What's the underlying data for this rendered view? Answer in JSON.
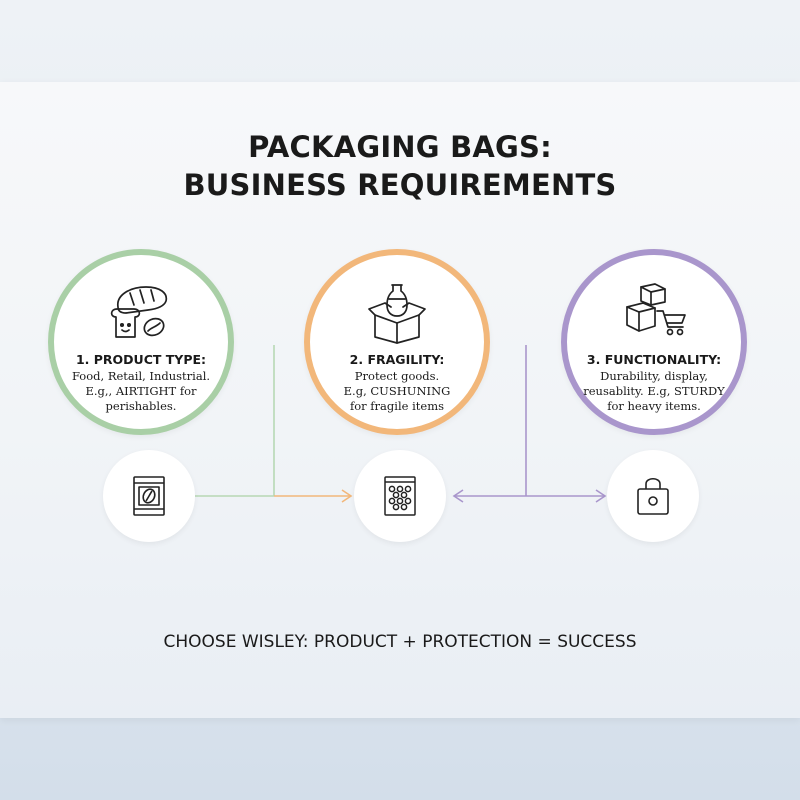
{
  "title": {
    "line1": "PACKAGING BAGS:",
    "line2": "BUSINESS REQUIREMENTS"
  },
  "cards": [
    {
      "heading": "1. PRODUCT TYPE:",
      "lines": [
        "Food, Retail, Industrial.",
        "E.g,, AIRTIGHT for",
        "perishables."
      ],
      "color": "#a9cfa6",
      "icon": "bread-icon"
    },
    {
      "heading": "2. FRAGILITY:",
      "lines": [
        "Protect goods.",
        "E.g, CUSHUNING",
        "for fragile items"
      ],
      "color": "#f2b77a",
      "icon": "vase-box-icon"
    },
    {
      "heading": "3. FUNCTIONALITY:",
      "lines": [
        "Durability, display,",
        "reusablity. E.g, STURDY",
        "for heavy items."
      ],
      "color": "#a996cc",
      "icon": "boxes-cart-icon"
    }
  ],
  "bottom_icons": [
    "coffee-bag-icon",
    "bubble-bag-icon",
    "tote-bag-icon"
  ],
  "footer": "CHOOSE WISLEY: PRODUCT + PROTECTION = SUCCESS"
}
